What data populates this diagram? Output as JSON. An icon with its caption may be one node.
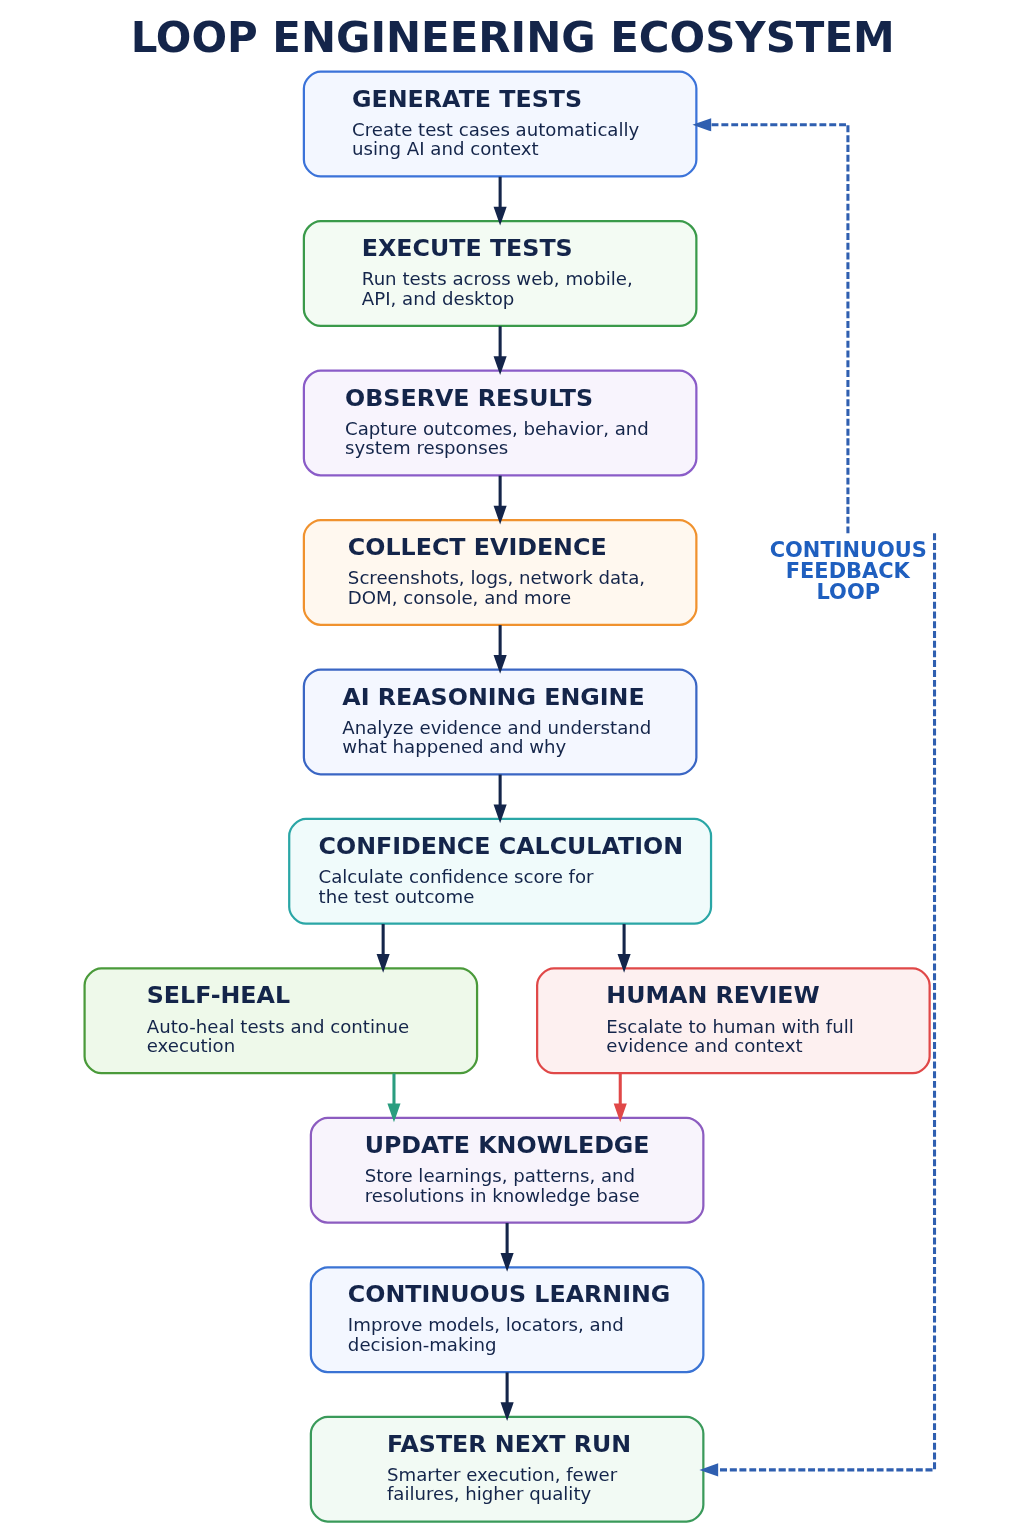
{
  "diagram": {
    "title": "LOOP ENGINEERING ECOSYSTEM",
    "nodes": [
      {
        "text": [
          "GENERATE TESTS",
          "Create test cases automatically using AI and context"
        ]
      },
      {
        "text": [
          "EXECUTE TESTS",
          "Run tests across web, mobile, API, and desktop"
        ]
      },
      {
        "text": [
          "OBSERVE RESULTS",
          "Capture outcomes, behavior, and system responses"
        ]
      },
      {
        "text": [
          "COLLECT EVIDENCE",
          "Screenshots, logs, network data, DOM, console, and more"
        ]
      },
      {
        "text": [
          "AI REASONING ENGINE",
          "Analyze evidence and understand what happened and why"
        ]
      },
      {
        "text": [
          "CONFIDENCE CALCULATION",
          "Calculate confidence score for the test outcome"
        ]
      },
      {
        "text": [
          "SELF-HEAL",
          "Auto-heal tests and continue execution"
        ]
      },
      {
        "text": [
          "HUMAN REVIEW",
          "Escalate to human with full evidence and context"
        ]
      },
      {
        "text": [
          "UPDATE KNOWLEDGE",
          "Store learnings, patterns, and resolutions in knowledge base"
        ]
      },
      {
        "text": [
          "CONTINUOUS LEARNING",
          "Improve models, locators, and decision-making"
        ]
      },
      {
        "text": [
          "FASTER NEXT RUN",
          "Smarter execution, fewer failures, higher quality"
        ]
      },
      {
        "text": [
          "CONTINUOUS FEEDBACK LOOP"
        ]
      }
    ],
    "edges": [
      {
        "from": 0,
        "to": 1,
        "arrow": "to"
      },
      {
        "from": 1,
        "to": 2,
        "arrow": "to"
      },
      {
        "from": 2,
        "to": 3,
        "arrow": "to"
      },
      {
        "from": 3,
        "to": 4,
        "arrow": "to"
      },
      {
        "from": 4,
        "to": 5,
        "arrow": "to"
      },
      {
        "from": 5,
        "to": 6,
        "arrow": "to"
      },
      {
        "from": 5,
        "to": 7,
        "arrow": "to"
      },
      {
        "from": 6,
        "to": 8,
        "arrow": "to",
        "color": "#2a9d7f"
      },
      {
        "from": 7,
        "to": 8,
        "arrow": "to",
        "color": "#e04848"
      },
      {
        "from": 8,
        "to": 9,
        "arrow": "to"
      },
      {
        "from": 9,
        "to": 10,
        "arrow": "to"
      },
      {
        "from": 11,
        "to": 0,
        "arrow": "to",
        "style": "dashed",
        "color": "#2f5fb0"
      },
      {
        "from": 11,
        "to": 10,
        "arrow": "to",
        "style": "dashed",
        "color": "#2f5fb0"
      }
    ]
  }
}
